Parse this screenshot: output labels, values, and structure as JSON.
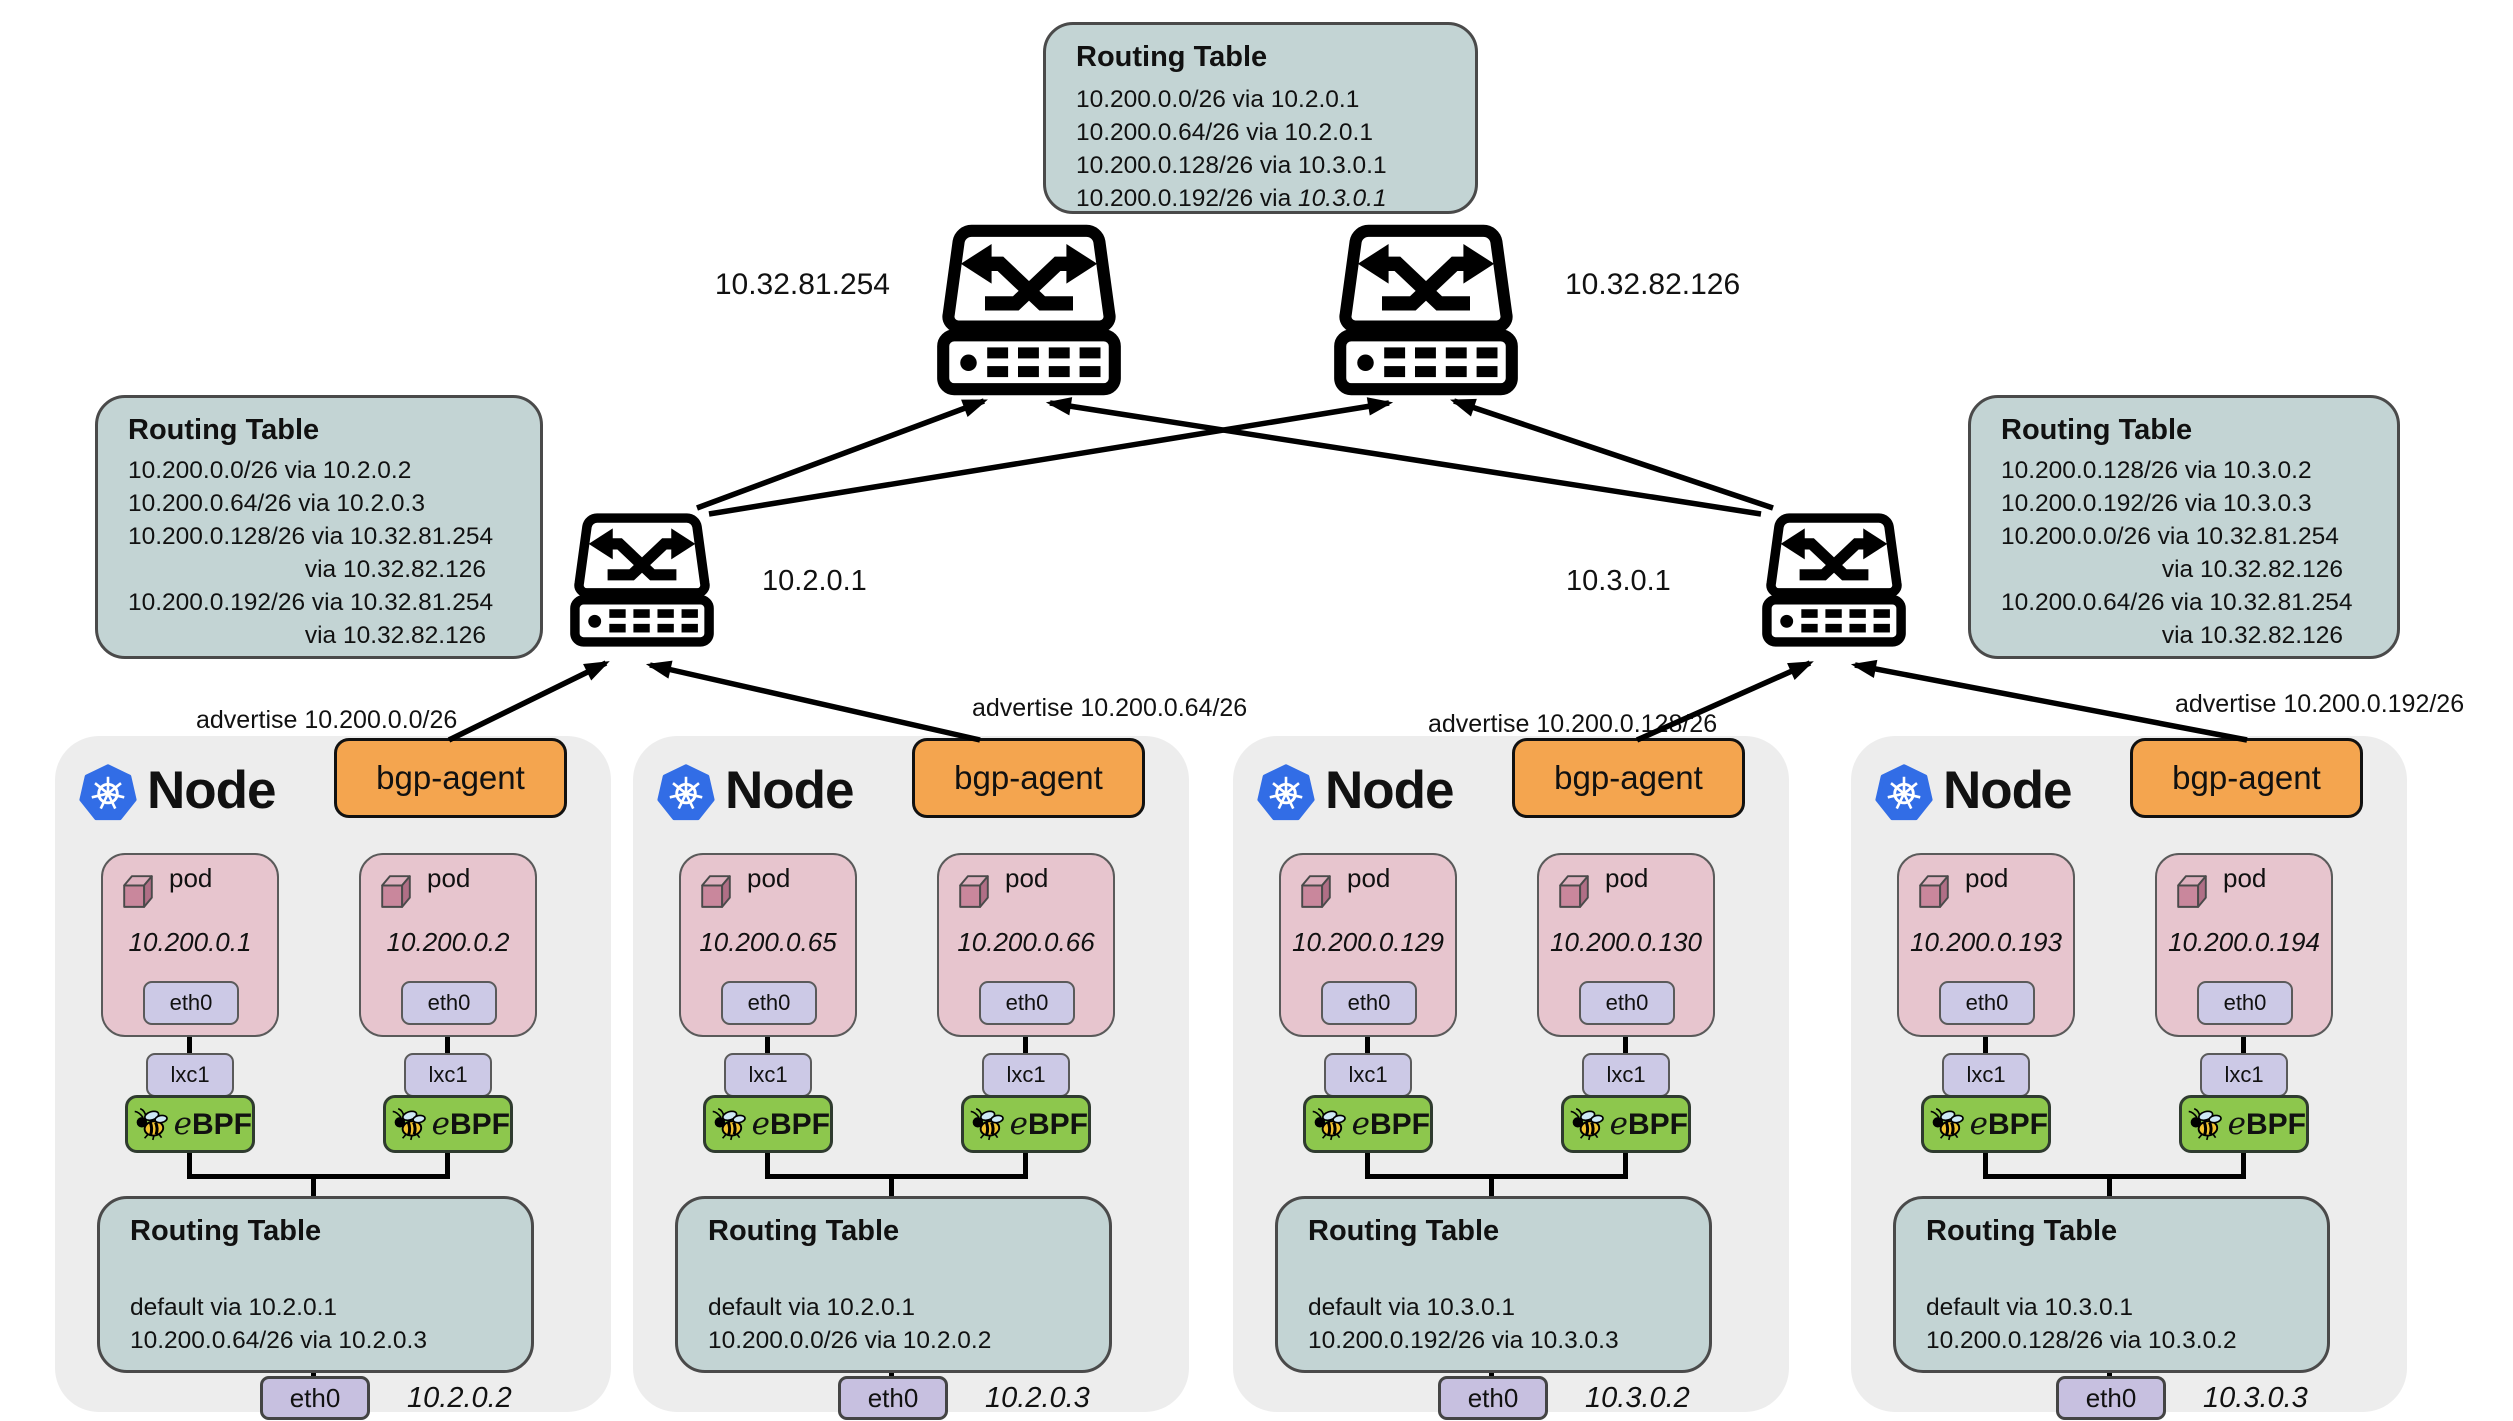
{
  "top_routing_table": {
    "title": "Routing Table",
    "routes": [
      {
        "text": "10.200.0.0/26 via 10.2.0.1",
        "em": ""
      },
      {
        "text": "10.200.0.64/26 via 10.2.0.1",
        "em": ""
      },
      {
        "text": "10.200.0.128/26 via 10.3.0.1",
        "em": ""
      },
      {
        "text": "10.200.0.192/26 via ",
        "em": "10.3.0.1"
      }
    ]
  },
  "spine_switches": [
    {
      "ip": "10.32.81.254"
    },
    {
      "ip": "10.32.82.126"
    }
  ],
  "tor_switches": [
    {
      "ip": "10.2.0.1"
    },
    {
      "ip": "10.3.0.1"
    }
  ],
  "left_routing_table": {
    "title": "Routing Table",
    "lines": [
      {
        "text": "10.200.0.0/26 via 10.2.0.2"
      },
      {
        "text": "10.200.0.64/26 via 10.2.0.3"
      },
      {
        "text": "10.200.0.128/26 via 10.32.81.254"
      },
      {
        "text": "via 10.32.82.126"
      },
      {
        "text": "10.200.0.192/26 via 10.32.81.254"
      },
      {
        "text": "via 10.32.82.126"
      }
    ]
  },
  "right_routing_table": {
    "title": "Routing Table",
    "lines": [
      {
        "text": "10.200.0.128/26 via 10.3.0.2"
      },
      {
        "text": "10.200.0.192/26 via 10.3.0.3"
      },
      {
        "text": "10.200.0.0/26 via 10.32.81.254"
      },
      {
        "text": "via 10.32.82.126"
      },
      {
        "text": "10.200.0.64/26 via 10.32.81.254"
      },
      {
        "text": "via 10.32.82.126"
      }
    ]
  },
  "advertise_labels": [
    "advertise 10.200.0.0/26",
    "advertise 10.200.0.64/26",
    "advertise 10.200.0.128/26",
    "advertise 10.200.0.192/26"
  ],
  "ebpf": {
    "e": "e",
    "rest": "BPF"
  },
  "nodes": [
    {
      "title": "Node",
      "agent": "bgp-agent",
      "pods": [
        {
          "label": "pod",
          "ip": "10.200.0.1",
          "iface": "eth0",
          "veth": "lxc1"
        },
        {
          "label": "pod",
          "ip": "10.200.0.2",
          "iface": "eth0",
          "veth": "lxc1"
        }
      ],
      "routing_table": {
        "title": "Routing Table",
        "lines": [
          "default via 10.2.0.1",
          "10.200.0.64/26 via 10.2.0.3"
        ]
      },
      "host_iface": "eth0",
      "host_ip": "10.2.0.2"
    },
    {
      "title": "Node",
      "agent": "bgp-agent",
      "pods": [
        {
          "label": "pod",
          "ip": "10.200.0.65",
          "iface": "eth0",
          "veth": "lxc1"
        },
        {
          "label": "pod",
          "ip": "10.200.0.66",
          "iface": "eth0",
          "veth": "lxc1"
        }
      ],
      "routing_table": {
        "title": "Routing Table",
        "lines": [
          "default via 10.2.0.1",
          "10.200.0.0/26 via 10.2.0.2"
        ]
      },
      "host_iface": "eth0",
      "host_ip": "10.2.0.3"
    },
    {
      "title": "Node",
      "agent": "bgp-agent",
      "pods": [
        {
          "label": "pod",
          "ip": "10.200.0.129",
          "iface": "eth0",
          "veth": "lxc1"
        },
        {
          "label": "pod",
          "ip": "10.200.0.130",
          "iface": "eth0",
          "veth": "lxc1"
        }
      ],
      "routing_table": {
        "title": "Routing Table",
        "lines": [
          "default via 10.3.0.1",
          "10.200.0.192/26 via 10.3.0.3"
        ]
      },
      "host_iface": "eth0",
      "host_ip": "10.3.0.2"
    },
    {
      "title": "Node",
      "agent": "bgp-agent",
      "pods": [
        {
          "label": "pod",
          "ip": "10.200.0.193",
          "iface": "eth0",
          "veth": "lxc1"
        },
        {
          "label": "pod",
          "ip": "10.200.0.194",
          "iface": "eth0",
          "veth": "lxc1"
        }
      ],
      "routing_table": {
        "title": "Routing Table",
        "lines": [
          "default via 10.3.0.1",
          "10.200.0.128/26 via 10.3.0.2"
        ]
      },
      "host_iface": "eth0",
      "host_ip": "10.3.0.3"
    }
  ]
}
